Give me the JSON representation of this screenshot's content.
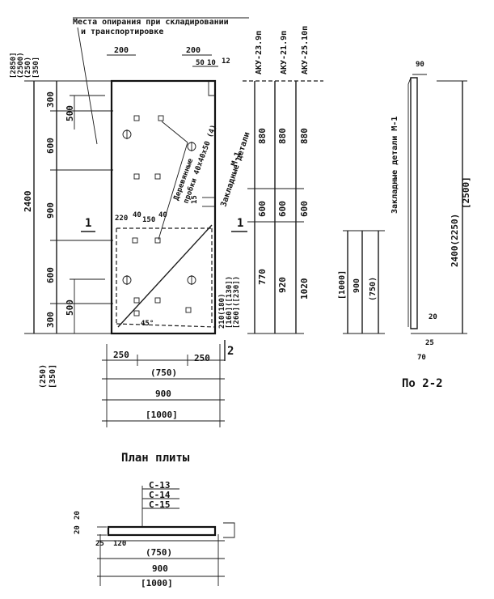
{
  "notes": {
    "support_line1": "Места опирания при складировании",
    "support_line2": "и транспортировке",
    "embedded_left": "Закладные детали",
    "embedded_left2": "М-1",
    "plugs_line1": "Деревянные",
    "plugs_line2": "пробки 40х40х50 (4)",
    "embedded_right": "Закладные детали М-1"
  },
  "marks": {
    "m1": "АКУ-23.9п",
    "m2": "АКУ-21.9п",
    "m3": "АКУ-25.10п"
  },
  "left_dims": {
    "top_a": "[2850]",
    "top_b": "(2500)",
    "top_c": "(250)",
    "top_d": "[350]",
    "overall": "2400",
    "seg1": "300",
    "seg2": "600",
    "seg3": "900",
    "seg4": "600",
    "seg5": "300",
    "d500a": "500",
    "d500b": "500",
    "bot_a": "(250)",
    "bot_b": "[350]"
  },
  "plan_dims": {
    "top200": "200",
    "top200b": "200",
    "top50": "50",
    "top10": "10",
    "top12": "12",
    "mid220": "220",
    "mid40a": "40",
    "mid150": "150",
    "mid40b": "40",
    "mid15": "15",
    "h210": "210",
    "h180": "180",
    "h160": "[160]",
    "h130": "[130]",
    "h260": "[260]",
    "h230": "[230]",
    "angle": "45°",
    "b250a": "250",
    "b250b": "250",
    "w750": "(750)",
    "w900": "900",
    "w1000": "[1000]",
    "sec11a": "1",
    "sec11b": "1",
    "sec22": "2"
  },
  "right_dims": {
    "c1_top": "880",
    "c1_mid": "600",
    "c1_bot": "770",
    "c2_top": "880",
    "c2_mid": "600",
    "c2_bot": "920",
    "c3_top": "880",
    "c3_mid": "600",
    "c3_bot": "1020",
    "w1000": "[1000]",
    "w900": "900",
    "w750": "(750)"
  },
  "section22": {
    "top90": "90",
    "total": "2400(2250)",
    "total2": "[2500]",
    "d20": "20",
    "d25": "25",
    "d70": "70",
    "label": "По 2-2"
  },
  "plan_title": "План плиты",
  "bottom_section": {
    "c13": "С-13",
    "c14": "С-14",
    "c15": "С-15",
    "d20a": "20",
    "d20b": "20",
    "d25": "25",
    "d120": "120",
    "w750": "(750)",
    "w900": "900",
    "w1000": "[1000]"
  }
}
